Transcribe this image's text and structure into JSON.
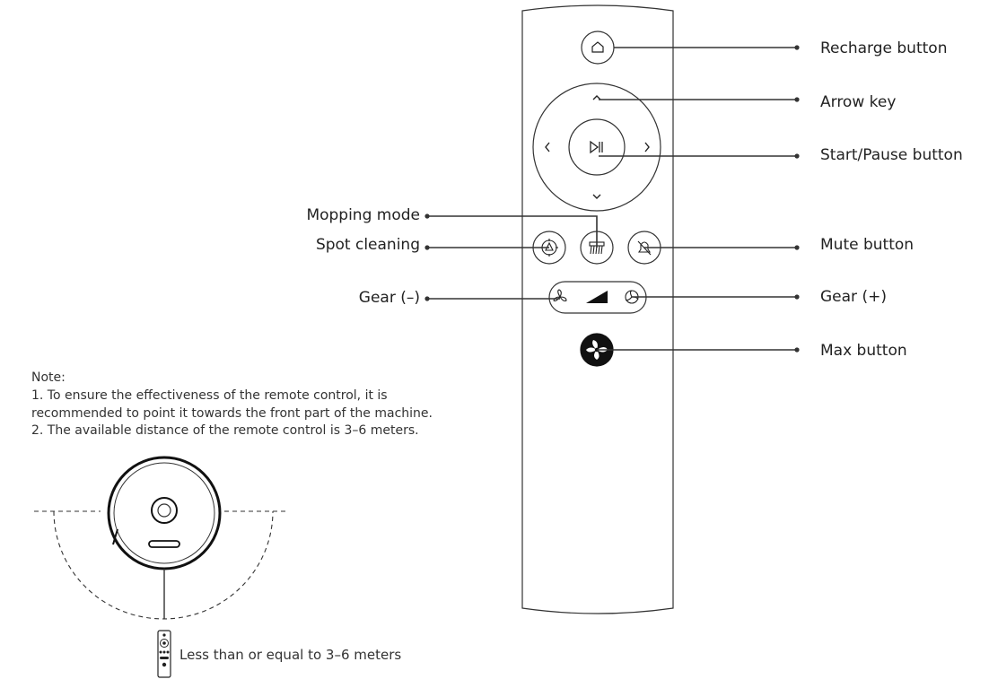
{
  "callouts": {
    "recharge": "Recharge button",
    "arrow": "Arrow key",
    "start_pause": "Start/Pause button",
    "mopping": "Mopping mode",
    "spot": "Spot cleaning",
    "mute": "Mute button",
    "gear_minus": "Gear (–)",
    "gear_plus": "Gear (+)",
    "max": "Max button"
  },
  "note": {
    "title": "Note:",
    "lines": [
      "1. To ensure the effectiveness of the remote control, it is",
      "recommended to point it towards the front part of the machine.",
      "2. The available distance of the remote control is 3–6 meters."
    ]
  },
  "range_label": "Less than or equal to 3–6 meters",
  "icons": {
    "recharge": "home-icon",
    "arrow_up": "chevron-up-icon",
    "arrow_down": "chevron-down-icon",
    "arrow_left": "chevron-left-icon",
    "arrow_right": "chevron-right-icon",
    "play_pause": "play-pause-icon",
    "spot": "spot-cleaning-icon",
    "mop": "mop-icon",
    "mute": "mute-bell-icon",
    "fan_low": "fan-small-icon",
    "fan_high": "fan-large-icon",
    "max": "max-fan-icon"
  }
}
